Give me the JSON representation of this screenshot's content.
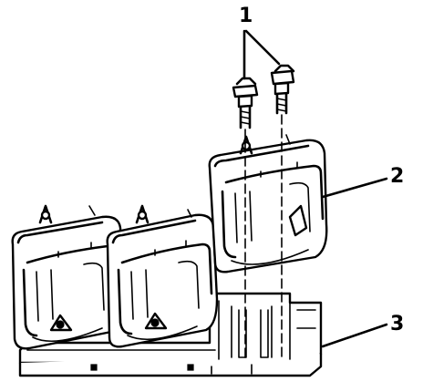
{
  "callouts": {
    "bolts": "1",
    "coil": "2",
    "base": "3"
  },
  "colors": {
    "ink": "#000000",
    "paper": "#ffffff"
  }
}
